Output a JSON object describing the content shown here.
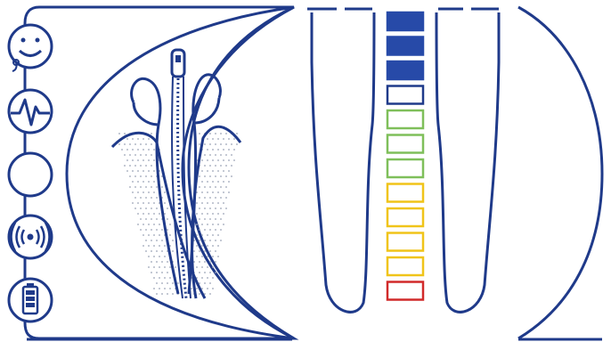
{
  "colors": {
    "stroke": "#1f3a8a",
    "background": "#ffffff",
    "segment_filled": "#274aa8",
    "segment_empty": "#1f3a8a",
    "green": "#7fbf5a",
    "yellow": "#f0c419",
    "red": "#d12a2a",
    "dots": "#9aa3b5"
  },
  "sidebar": {
    "icons": [
      {
        "name": "smiley-with-pacifier-icon"
      },
      {
        "name": "heartbeat-icon"
      },
      {
        "name": "blank-status-icon"
      },
      {
        "name": "signal-broadcast-icon"
      },
      {
        "name": "battery-icon"
      }
    ]
  },
  "illustration": {
    "name": "oral-throat-anatomy-with-tube-icon"
  },
  "level_meter": {
    "segments": [
      {
        "color": "segment_filled",
        "filled": true
      },
      {
        "color": "segment_filled",
        "filled": true
      },
      {
        "color": "segment_filled",
        "filled": true
      },
      {
        "color": "segment_empty",
        "filled": false
      },
      {
        "color": "green",
        "filled": false
      },
      {
        "color": "green",
        "filled": false
      },
      {
        "color": "green",
        "filled": false
      },
      {
        "color": "yellow",
        "filled": false
      },
      {
        "color": "yellow",
        "filled": false
      },
      {
        "color": "yellow",
        "filled": false
      },
      {
        "color": "yellow",
        "filled": false
      },
      {
        "color": "red",
        "filled": false
      }
    ],
    "level": 0.25
  }
}
